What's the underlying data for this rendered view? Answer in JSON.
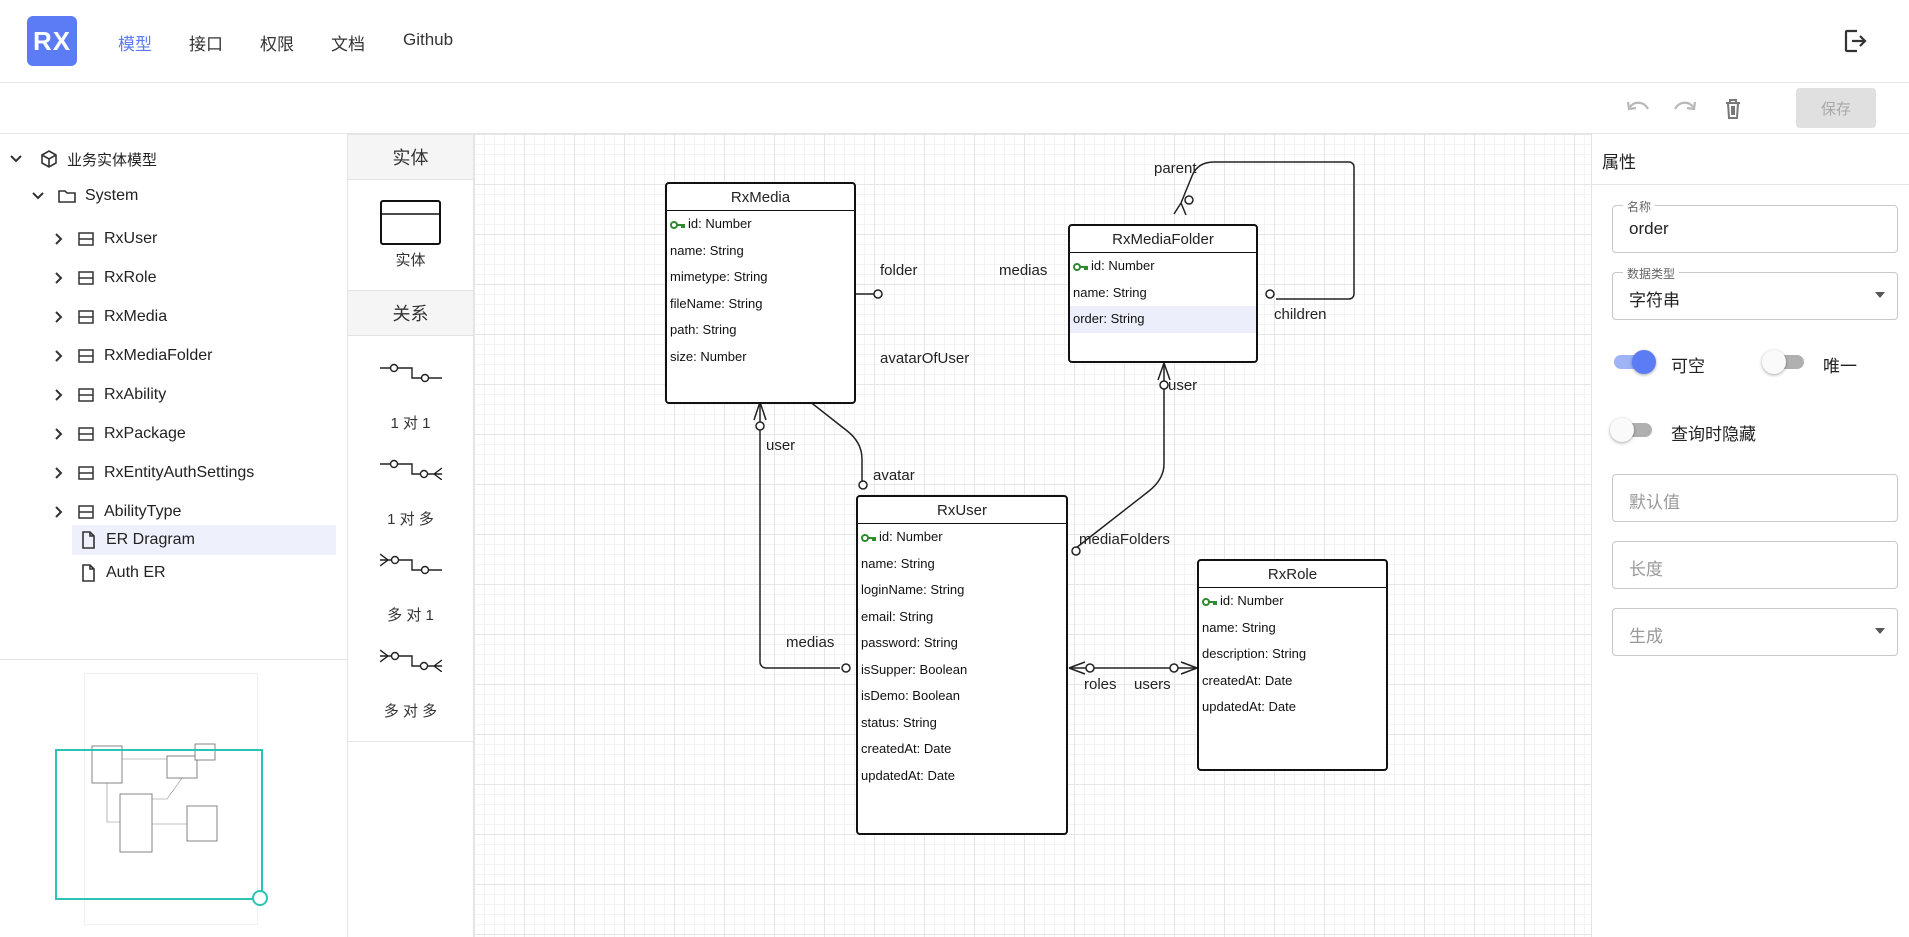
{
  "app": {
    "logo_text": "RX"
  },
  "nav": {
    "items": [
      "模型",
      "接口",
      "权限",
      "文档",
      "Github"
    ],
    "active_index": 0
  },
  "toolbar": {
    "save_label": "保存",
    "undo_icon": "undo-icon",
    "redo_icon": "redo-icon",
    "delete_icon": "trash-icon"
  },
  "tree": {
    "root_label": "业务实体模型",
    "package_label": "System",
    "entities": [
      "RxUser",
      "RxRole",
      "RxMedia",
      "RxMediaFolder",
      "RxAbility",
      "RxPackage",
      "RxEntityAuthSettings",
      "AbilityType"
    ],
    "diagrams": [
      "ER Dragram",
      "Auth ER"
    ],
    "selected_diagram_index": 0
  },
  "palette": {
    "entity_header": "实体",
    "entity_item_label": "实体",
    "relation_header": "关系",
    "relations": [
      "1 对 1",
      "1 对 多",
      "多 对 1",
      "多 对 多"
    ]
  },
  "diagram": {
    "entities": {
      "media": {
        "title": "RxMedia",
        "attrs": [
          "id: Number",
          "name: String",
          "mimetype: String",
          "fileName: String",
          "path: String",
          "size: Number"
        ]
      },
      "folder": {
        "title": "RxMediaFolder",
        "attrs": [
          "id: Number",
          "name: String",
          "order: String"
        ],
        "selected_attr_index": 2
      },
      "user": {
        "title": "RxUser",
        "attrs": [
          "id: Number",
          "name: String",
          "loginName: String",
          "email: String",
          "password: String",
          "isSupper: Boolean",
          "isDemo: Boolean",
          "status: String",
          "createdAt: Date",
          "updatedAt: Date"
        ]
      },
      "role": {
        "title": "RxRole",
        "attrs": [
          "id: Number",
          "name: String",
          "description: String",
          "createdAt: Date",
          "updatedAt: Date"
        ]
      }
    },
    "labels": {
      "parent": "parent",
      "children": "children",
      "folder": "folder",
      "medias": "medias",
      "avatarOfUser": "avatarOfUser",
      "avatar": "avatar",
      "media_user": "user",
      "folder_user": "user",
      "mediaFolders": "mediaFolders",
      "user_medias": "medias",
      "roles": "roles",
      "users": "users"
    }
  },
  "props": {
    "title": "属性",
    "name_legend": "名称",
    "name_value": "order",
    "type_legend": "数据类型",
    "type_value": "字符串",
    "nullable_label": "可空",
    "nullable_on": true,
    "unique_label": "唯一",
    "unique_on": false,
    "hidden_label": "查询时隐藏",
    "hidden_on": false,
    "default_placeholder": "默认值",
    "length_placeholder": "长度",
    "generate_placeholder": "生成"
  },
  "colors": {
    "accent": "#5b7cf5",
    "minimap": "#2bc4b4",
    "key": "#2e8b2e"
  }
}
